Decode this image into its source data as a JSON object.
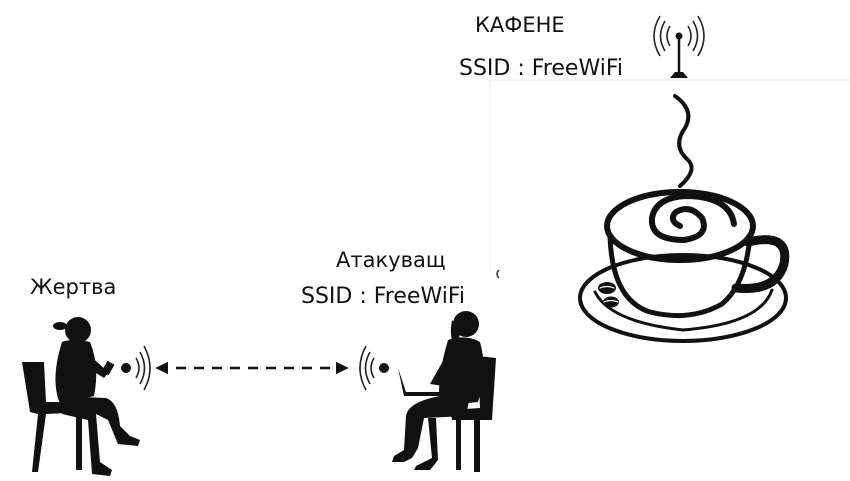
{
  "cafe": {
    "label": "КАФЕНЕ",
    "ssid": "SSID : FreeWiFi",
    "icon": "coffee-cup-icon"
  },
  "attacker": {
    "label": "Атакуващ",
    "ssid": "SSID : FreeWiFi",
    "icon": "person-laptop-icon"
  },
  "victim": {
    "label": "Жертва",
    "icon": "person-phone-icon"
  },
  "connection": {
    "style": "dashed-double-arrow"
  },
  "colors": {
    "ink": "#111111",
    "background": "#ffffff"
  }
}
